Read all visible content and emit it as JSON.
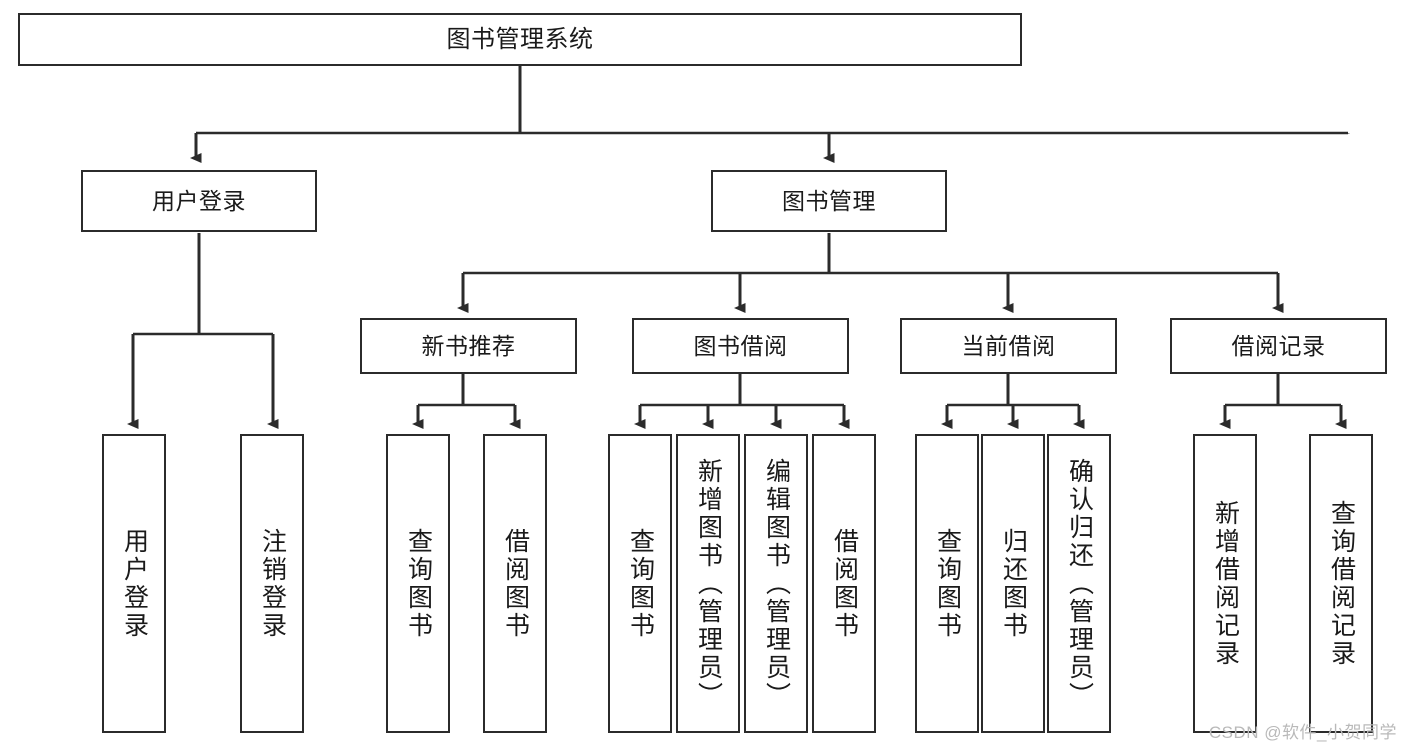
{
  "diagram": {
    "title": "图书管理系统",
    "type": "tree-hierarchy-diagram",
    "colors": {
      "stroke": "#2b2b2b",
      "fill": "#ffffff",
      "text": "#1a1a1a",
      "watermark": "#b9b9b9"
    },
    "levels": {
      "root": {
        "label": "图书管理系统"
      },
      "level1": [
        {
          "label": "用户登录"
        },
        {
          "label": "图书管理"
        }
      ],
      "level2": [
        {
          "label": "新书推荐"
        },
        {
          "label": "图书借阅"
        },
        {
          "label": "当前借阅"
        },
        {
          "label": "借阅记录"
        }
      ],
      "leaves": {
        "user_login": [
          {
            "label": "用户登录"
          },
          {
            "label": "注销登录"
          }
        ],
        "new_book_recommend": [
          {
            "label": "查询图书"
          },
          {
            "label": "借阅图书"
          }
        ],
        "book_borrow": [
          {
            "label": "查询图书"
          },
          {
            "label": "新增图书（管理员）"
          },
          {
            "label": "编辑图书（管理员）"
          },
          {
            "label": "借阅图书"
          }
        ],
        "current_borrow": [
          {
            "label": "查询图书"
          },
          {
            "label": "归还图书"
          },
          {
            "label": "确认归还（管理员）"
          }
        ],
        "borrow_record": [
          {
            "label": "新增借阅记录"
          },
          {
            "label": "查询借阅记录"
          }
        ]
      }
    }
  },
  "watermark": {
    "text": "CSDN @软件_小贺同学"
  }
}
